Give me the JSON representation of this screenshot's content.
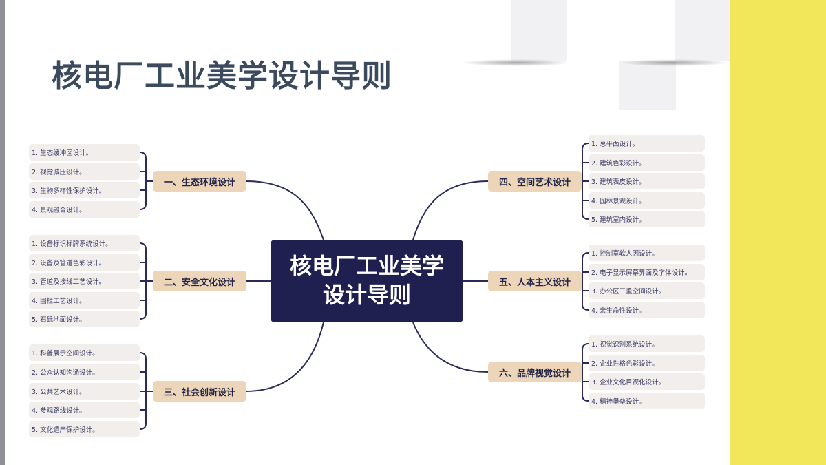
{
  "title": "核电厂工业美学设计导则",
  "center": {
    "line1": "核电厂工业美学",
    "line2": "设计导则"
  },
  "branches": [
    {
      "label": "一、生态环境设计",
      "items": [
        "1. 生态缓冲区设计。",
        "2. 视觉减压设计。",
        "3. 生物多样性保护设计。",
        "4. 景观融合设计。"
      ]
    },
    {
      "label": "二、安全文化设计",
      "items": [
        "1. 设备标识标牌系统设计。",
        "2. 设备及管道色彩设计。",
        "3. 管道及接线工艺设计。",
        "4. 围栏工艺设计。",
        "5. 石砾地面设计。"
      ]
    },
    {
      "label": "三、社会创新设计",
      "items": [
        "1. 科普展示空间设计。",
        "2. 公众认知沟通设计。",
        "3. 公共艺术设计。",
        "4. 参观路线设计。",
        "5. 文化遗产保护设计。"
      ]
    },
    {
      "label": "四、空间艺术设计",
      "items": [
        "1. 总平面设计。",
        "2. 建筑色彩设计。",
        "3. 建筑表皮设计。",
        "4. 园林景观设计。",
        "5. 建筑室内设计。"
      ]
    },
    {
      "label": "五、人本主义设计",
      "items": [
        "1. 控制室软人因设计。",
        "2. 电子显示屏幕界面及字体设计。",
        "3. 办公区三重空间设计。",
        "4. 亲生命性设计。"
      ]
    },
    {
      "label": "六、品牌视觉设计",
      "items": [
        "1. 视觉识别系统设计。",
        "2. 企业性格色彩设计。",
        "3. 企业文化目视化设计。",
        "4. 精神堡垒设计。"
      ]
    }
  ],
  "colors": {
    "center": "#1f1f50",
    "branch": "#ecd5b8",
    "leaf": "#f1eeeb",
    "accent": "#f2e65a"
  }
}
